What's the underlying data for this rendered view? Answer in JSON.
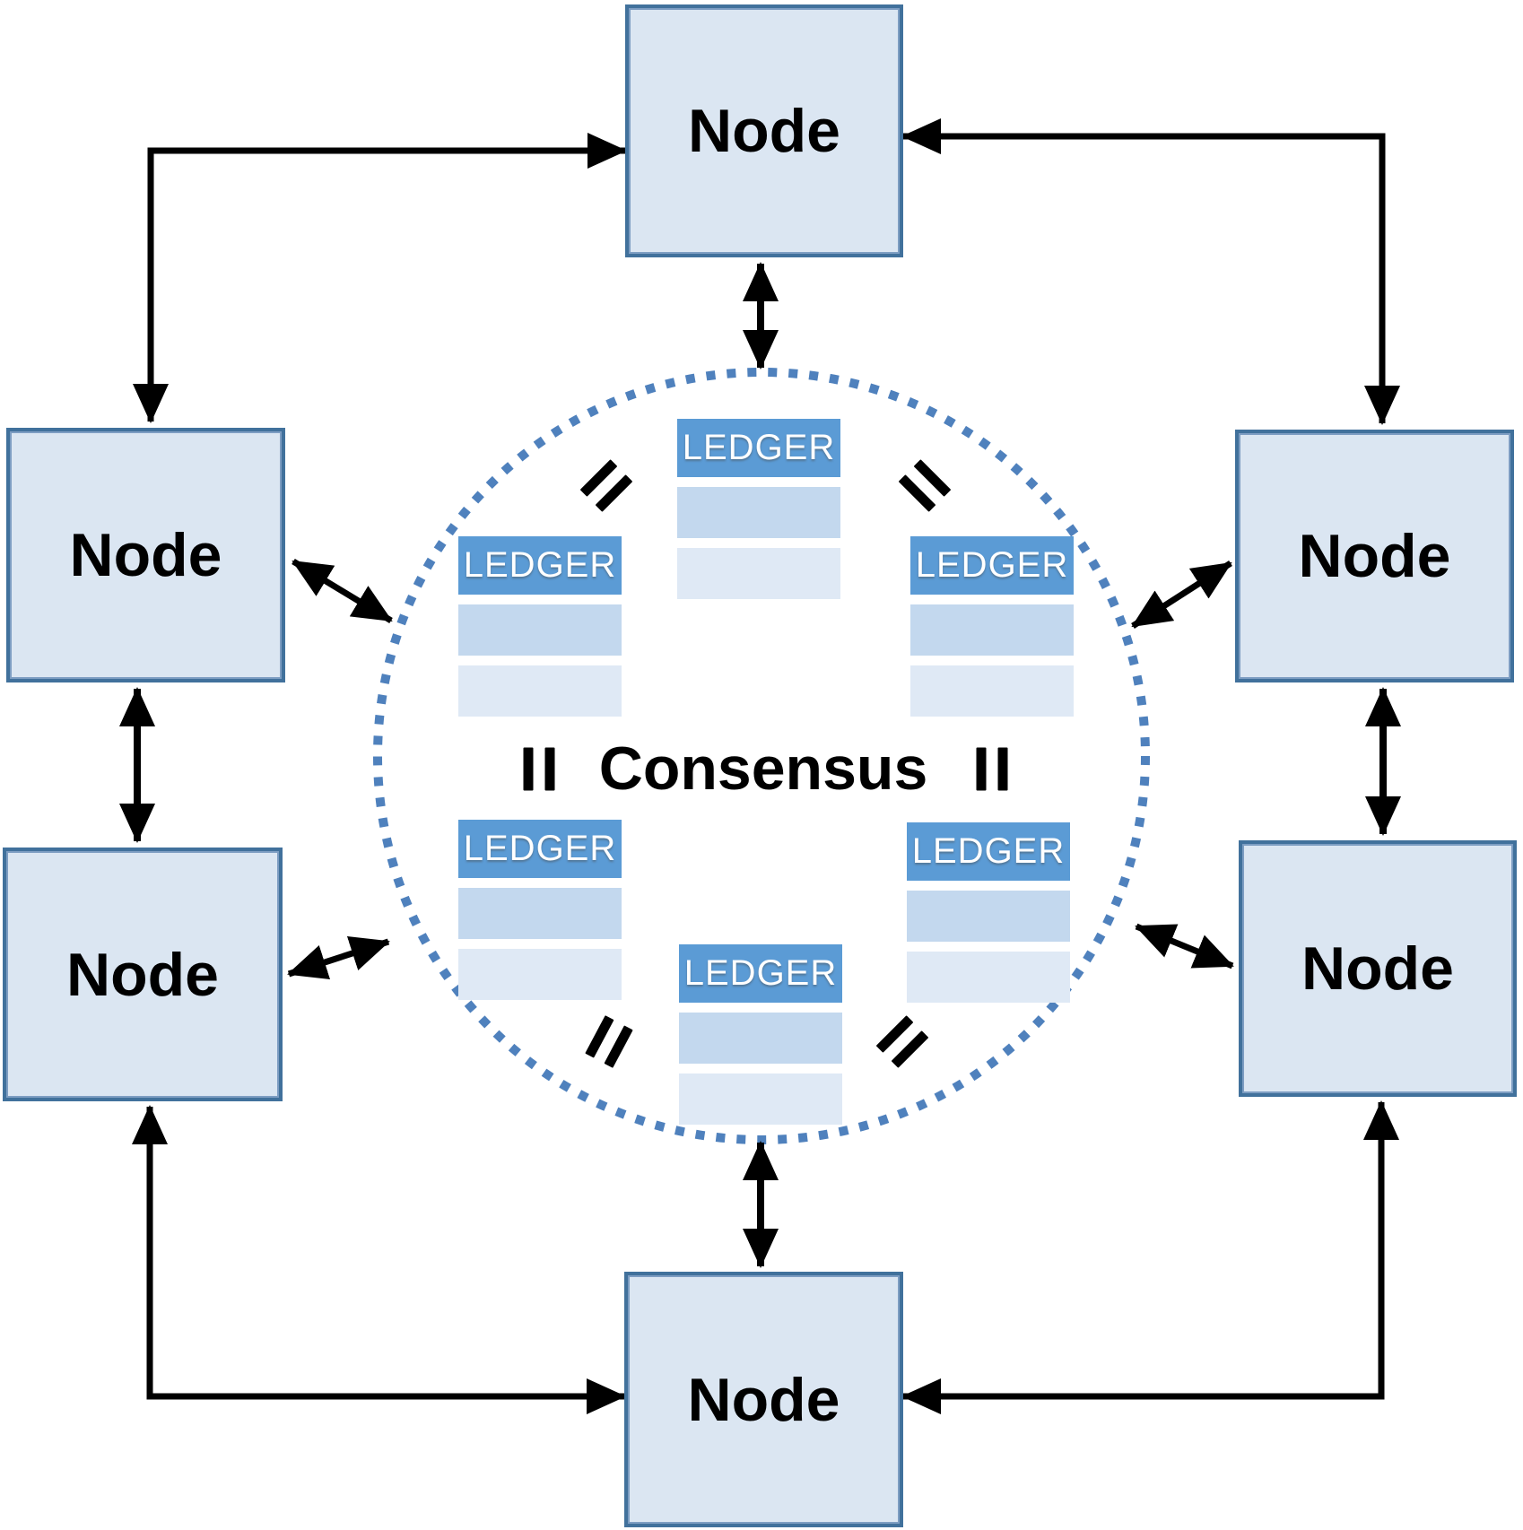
{
  "consensus": {
    "label": "Consensus"
  },
  "nodes": [
    {
      "id": "top",
      "label": "Node"
    },
    {
      "id": "left-top",
      "label": "Node"
    },
    {
      "id": "right-top",
      "label": "Node"
    },
    {
      "id": "left-bottom",
      "label": "Node"
    },
    {
      "id": "right-bottom",
      "label": "Node"
    },
    {
      "id": "bottom",
      "label": "Node"
    }
  ],
  "ledgers": [
    {
      "id": "top",
      "label": "LEDGER"
    },
    {
      "id": "left",
      "label": "LEDGER"
    },
    {
      "id": "right",
      "label": "LEDGER"
    },
    {
      "id": "bottom-left",
      "label": "LEDGER"
    },
    {
      "id": "bottom-right",
      "label": "LEDGER"
    },
    {
      "id": "bottom",
      "label": "LEDGER"
    }
  ],
  "equals_marks": {
    "count": 6,
    "meaning": "ledger equality marks"
  },
  "colors": {
    "node_fill": "#dbe6f2",
    "node_border": "#41719c",
    "ledger_header": "#5b9bd5",
    "ledger_row_dark": "#c3d8ee",
    "ledger_row_light": "#dfe9f5",
    "circle_dots": "#4f81bd",
    "arrows": "#000000",
    "text": "#000000",
    "ledger_text": "#ffffff"
  }
}
